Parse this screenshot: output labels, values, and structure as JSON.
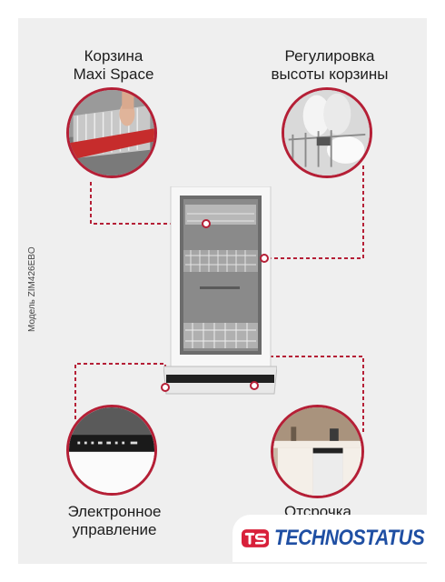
{
  "features": {
    "basket": {
      "line1": "Корзина",
      "line2": "Maxi Space"
    },
    "height": {
      "line1": "Регулировка",
      "line2": "высоты корзины"
    },
    "control": {
      "line1": "Электронное",
      "line2": "управление"
    },
    "delay": {
      "line1": "Отсрочка"
    }
  },
  "model_label": "Модель ZIM426EBO",
  "logo": {
    "text": "TECHNOSTATUS"
  },
  "colors": {
    "accent": "#b51f36",
    "brand": "#1f4fa3",
    "background": "#efefef"
  }
}
